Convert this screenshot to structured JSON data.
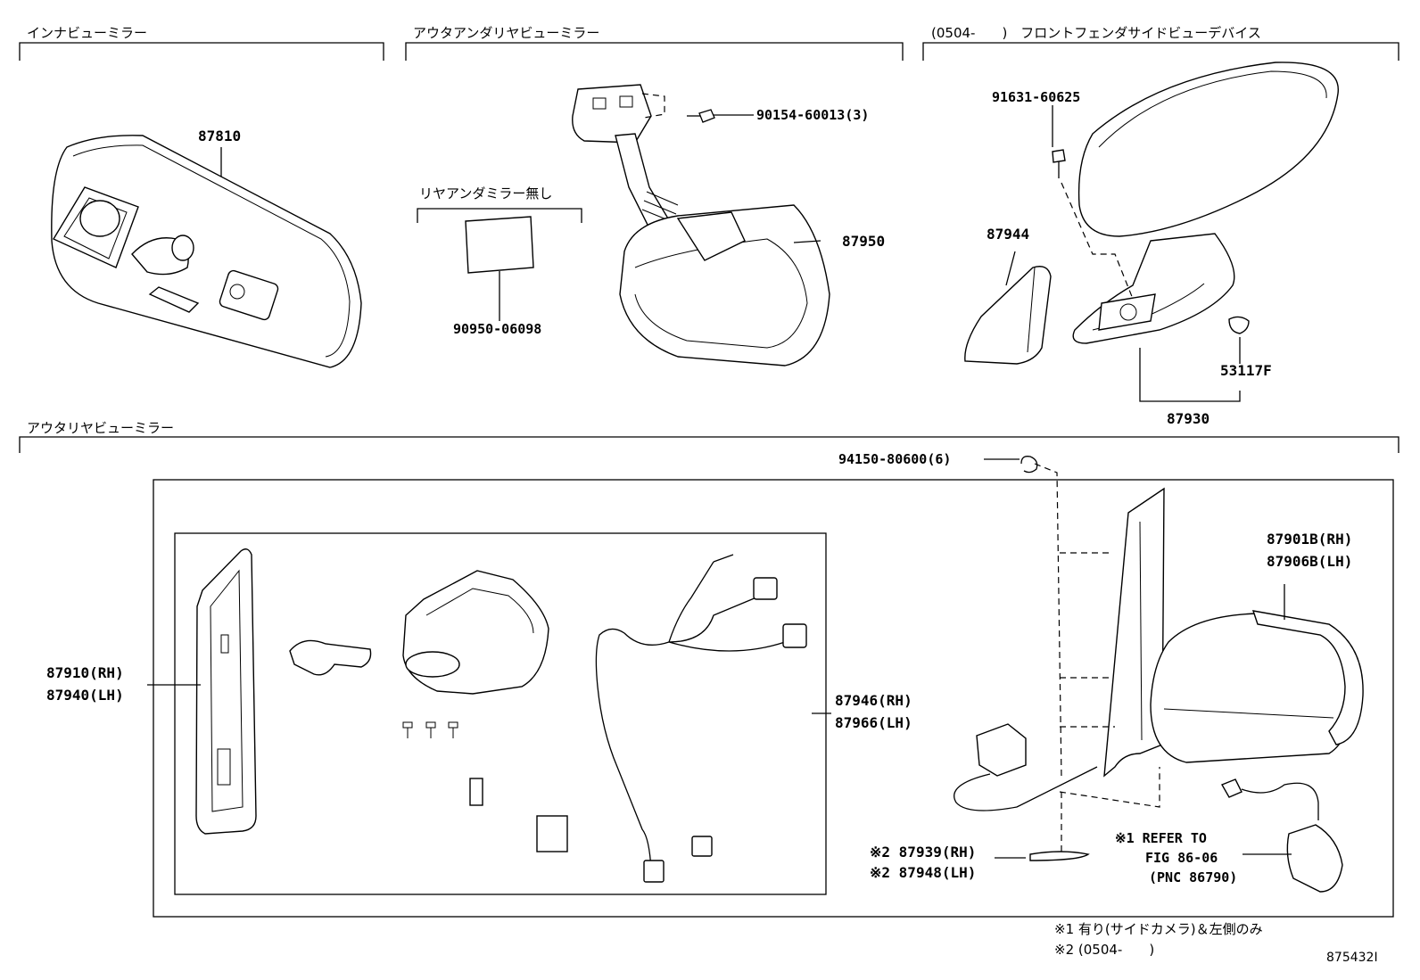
{
  "sections": {
    "inner": "インナビューミラー",
    "outer_under": "アウタアンダリヤビューミラー",
    "front_fender": "(0504-　　)　フロントフェンダサイドビューデバイス",
    "outer_rear": "アウタリヤビューミラー"
  },
  "labels": {
    "p87810": "87810",
    "p90154": "90154-60013(3)",
    "no_mirror": "リヤアンダミラー無し",
    "p87950": "87950",
    "p90950": "90950-06098",
    "p91631": "91631-60625",
    "p87944": "87944",
    "p53117": "53117F",
    "p87930": "87930",
    "p94150": "94150-80600(6)",
    "p87901": "87901B(RH)",
    "p87906": "87906B(LH)",
    "p87910": "87910(RH)",
    "p87940": "87940(LH)",
    "p87946": "87946(RH)",
    "p87966": "87966(LH)",
    "p87939": "※2 87939(RH)",
    "p87948": "※2 87948(LH)",
    "refer1": "※1 REFER TO",
    "refer2": "FIG 86-06",
    "refer3": "(PNC 86790)"
  },
  "footnotes": {
    "n1": "※1 有り(サイドカメラ)＆左側のみ",
    "n2": "※2 (0504-　　)"
  },
  "figure_id": "875432I"
}
